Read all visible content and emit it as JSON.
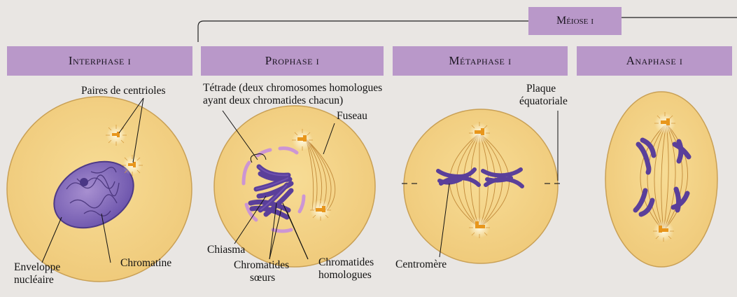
{
  "header": {
    "meiose_label": "Méiose i"
  },
  "phases": [
    {
      "label": "Interphase i"
    },
    {
      "label": "Prophase i"
    },
    {
      "label": "Métaphase i"
    },
    {
      "label": "Anaphase i"
    }
  ],
  "labels": {
    "paires_centrioles": "Paires de centrioles",
    "tetrade_line1": "Tétrade (deux chromosomes homologues",
    "tetrade_line2": "ayant deux chromatides chacun)",
    "fuseau": "Fuseau",
    "plaque_line1": "Plaque",
    "plaque_line2": "équatoriale",
    "chiasma": "Chiasma",
    "chromatine": "Chromatine",
    "enveloppe_line1": "Enveloppe",
    "enveloppe_line2": "nucléaire",
    "chromatides_soeurs_line1": "Chromatides",
    "chromatides_soeurs_line2": "sœurs",
    "chromatides_homo_line1": "Chromatides",
    "chromatides_homo_line2": "homologues",
    "centromere": "Centromère"
  },
  "colors": {
    "band": "#b998c9",
    "cell_fill": "#f2d48a",
    "cell_stroke": "#c9a055",
    "chromosome": "#5a3f9a",
    "centriole": "#e8961c"
  }
}
